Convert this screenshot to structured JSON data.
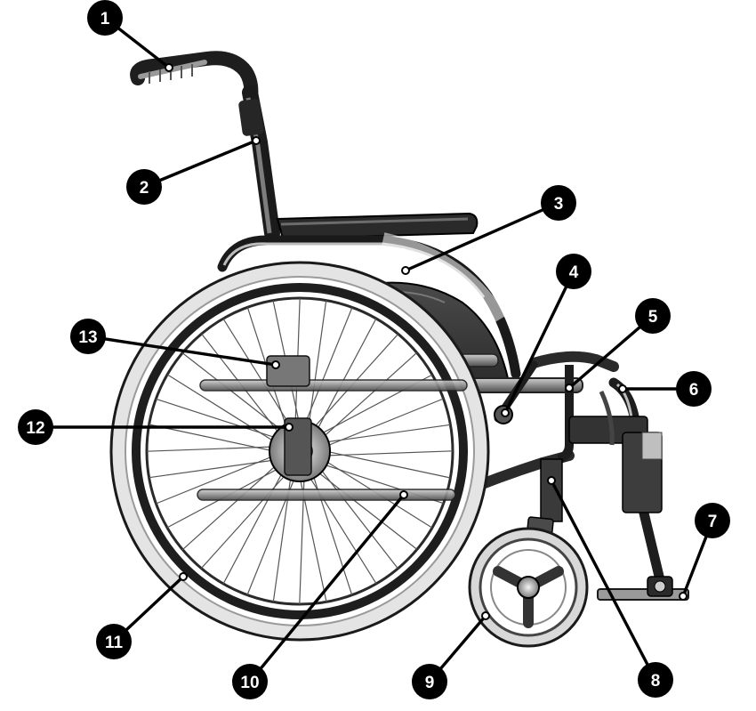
{
  "diagram": {
    "subject": "wheelchair",
    "style": "grayscale",
    "callouts": [
      {
        "id": "callout-1",
        "label": "1"
      },
      {
        "id": "callout-2",
        "label": "2"
      },
      {
        "id": "callout-3",
        "label": "3"
      },
      {
        "id": "callout-4",
        "label": "4"
      },
      {
        "id": "callout-5",
        "label": "5"
      },
      {
        "id": "callout-6",
        "label": "6"
      },
      {
        "id": "callout-7",
        "label": "7"
      },
      {
        "id": "callout-8",
        "label": "8"
      },
      {
        "id": "callout-9",
        "label": "9"
      },
      {
        "id": "callout-10",
        "label": "10"
      },
      {
        "id": "callout-11",
        "label": "11"
      },
      {
        "id": "callout-12",
        "label": "12"
      },
      {
        "id": "callout-13",
        "label": "13"
      }
    ]
  }
}
